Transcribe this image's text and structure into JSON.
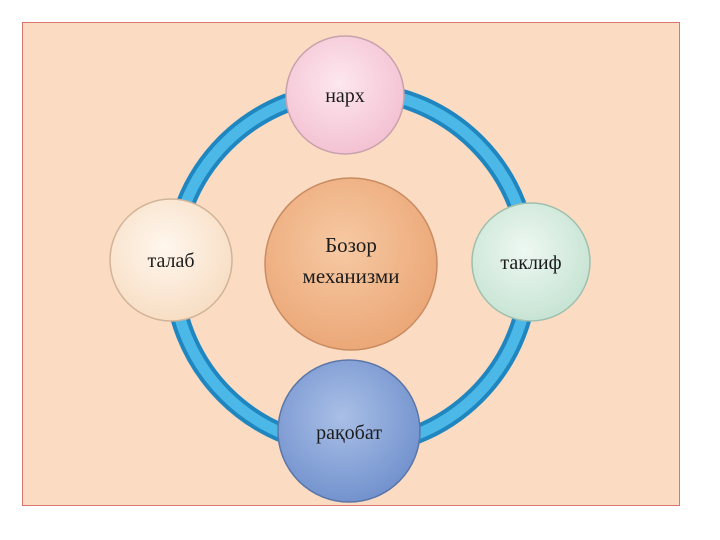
{
  "diagram": {
    "center": {
      "line1": "Бозор",
      "line2": "механизми"
    },
    "nodes": {
      "top": "нарх",
      "right": "таклиф",
      "bottom": "рақобат",
      "left": "талаб"
    }
  },
  "colors": {
    "background": "#fbdcc3",
    "border": "#d9776f",
    "ring": "#2ea3d9",
    "center_fill": "#f2b78c",
    "top_fill": "#f9d3df",
    "right_fill": "#d6ecdf",
    "bottom_fill": "#8ea9db",
    "left_fill": "#fdeedd"
  }
}
